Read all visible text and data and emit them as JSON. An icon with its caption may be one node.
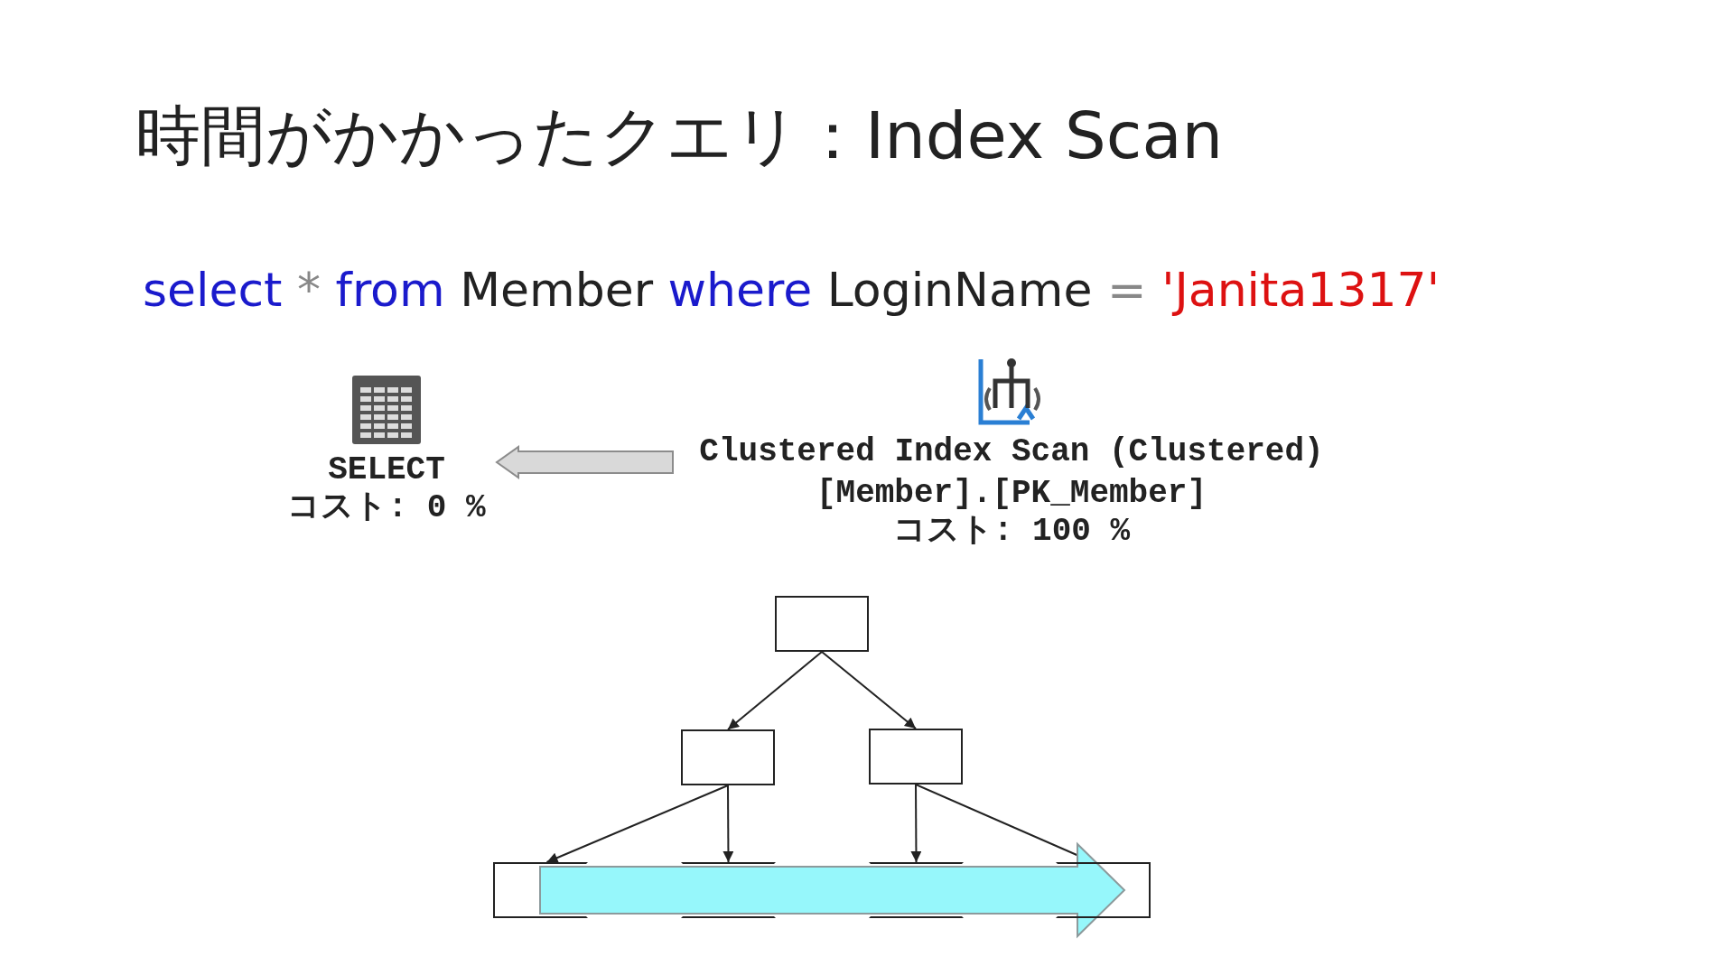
{
  "diagram": {
    "title": "時間がかかったクエリ：Index Scan",
    "nodes": [
      {
        "text": [
          "SELECT",
          "コスト: 0 %"
        ]
      },
      {
        "text": [
          "Clustered Index Scan (Clustered)",
          "[Member].[PK_Member]",
          "コスト: 100 %"
        ]
      },
      {
        "text": [],
        "shape": "box"
      },
      {
        "text": [],
        "shape": "box"
      },
      {
        "text": [],
        "shape": "box"
      },
      {
        "text": [],
        "shape": "box"
      },
      {
        "text": [],
        "shape": "box"
      },
      {
        "text": [],
        "shape": "box"
      },
      {
        "text": [],
        "shape": "box"
      }
    ],
    "edges": [
      {
        "from": 1,
        "to": 0,
        "arrow": "to",
        "style": "thick",
        "color": "#d9d9d9"
      },
      {
        "from": 2,
        "to": 3,
        "arrow": "to"
      },
      {
        "from": 2,
        "to": 4,
        "arrow": "to"
      },
      {
        "from": 3,
        "to": 5,
        "arrow": "to"
      },
      {
        "from": 3,
        "to": 6,
        "arrow": "to"
      },
      {
        "from": 4,
        "to": 7,
        "arrow": "to"
      },
      {
        "from": 4,
        "to": 8,
        "arrow": "to"
      }
    ],
    "labels": [
      "select * from Member where LoginName = 'Janita1317'"
    ]
  }
}
